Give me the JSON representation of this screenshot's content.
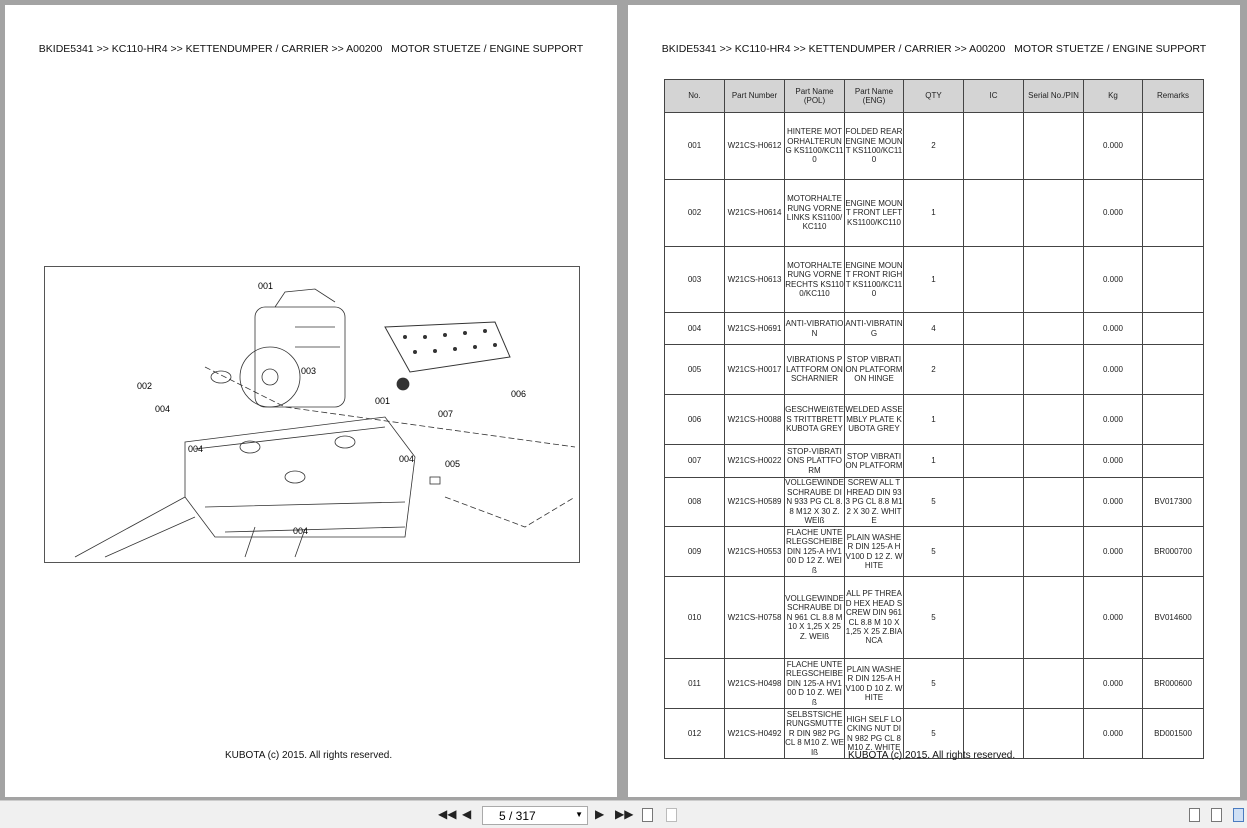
{
  "breadcrumb": "BKIDE5341 >> KC110-HR4 >> KETTENDUMPER / CARRIER >> A00200   MOTOR STUETZE / ENGINE SUPPORT",
  "footer": "KUBOTA (c) 2015. All rights reserved.",
  "diagram": {
    "callouts": [
      "001",
      "001",
      "002",
      "003",
      "004",
      "004",
      "004",
      "004",
      "005",
      "006",
      "007"
    ]
  },
  "table": {
    "headers": [
      "No.",
      "Part Number",
      "Part Name (POL)",
      "Part Name (ENG)",
      "QTY",
      "IC",
      "Serial No./PIN",
      "Kg",
      "Remarks"
    ],
    "rows": [
      [
        "001",
        "W21CS-H0612",
        "HINTERE MOTORHALTERUNG KS1100/KC110",
        "FOLDED REAR ENGINE MOUNT KS1100/KC110",
        "2",
        "",
        "",
        "0.000",
        ""
      ],
      [
        "002",
        "W21CS-H0614",
        "MOTORHALTERUNG VORNE LINKS KS1100/KC110",
        "ENGINE MOUNT FRONT LEFT KS1100/KC110",
        "1",
        "",
        "",
        "0.000",
        ""
      ],
      [
        "003",
        "W21CS-H0613",
        "MOTORHALTERUNG VORNE RECHTS KS1100/KC110",
        "ENGINE MOUNT FRONT RIGHT KS1100/KC110",
        "1",
        "",
        "",
        "0.000",
        ""
      ],
      [
        "004",
        "W21CS-H0691",
        "ANTI-VIBRATION",
        "ANTI-VIBRATING",
        "4",
        "",
        "",
        "0.000",
        ""
      ],
      [
        "005",
        "W21CS-H0017",
        "VIBRATIONS PLATTFORM ON SCHARNIER",
        "STOP VIBRATION PLATFORM ON HINGE",
        "2",
        "",
        "",
        "0.000",
        ""
      ],
      [
        "006",
        "W21CS-H0088",
        "GESCHWEIßTES TRITTBRETT KUBOTA GREY",
        "WELDED ASSEMBLY PLATE KUBOTA GREY",
        "1",
        "",
        "",
        "0.000",
        ""
      ],
      [
        "007",
        "W21CS-H0022",
        "STOP-VIBRATIONS PLATTFORM",
        "STOP VIBRATION PLATFORM",
        "1",
        "",
        "",
        "0.000",
        ""
      ],
      [
        "008",
        "W21CS-H0589",
        "VOLLGEWINDESCHRAUBE DIN 933 PG CL 8.8 M12 X 30 Z. WEIß",
        "SCREW ALL THREAD DIN 933 PG CL 8.8 M12 X 30 Z. WHITE",
        "5",
        "",
        "",
        "0.000",
        "BV017300"
      ],
      [
        "009",
        "W21CS-H0553",
        "FLACHE UNTERLEGSCHEIBE DIN 125-A HV100 D 12 Z. WEIß",
        "PLAIN WASHER DIN 125-A HV100 D 12 Z. WHITE",
        "5",
        "",
        "",
        "0.000",
        "BR000700"
      ],
      [
        "010",
        "W21CS-H0758",
        "VOLLGEWINDESCHRAUBE DIN 961 CL 8.8 M 10 X 1,25 X 25 Z. WEIß",
        "ALL PF THREAD HEX HEAD SCREW DIN 961 CL 8.8 M 10 X 1,25 X 25 Z.BIANCA",
        "5",
        "",
        "",
        "0.000",
        "BV014600"
      ],
      [
        "011",
        "W21CS-H0498",
        "FLACHE UNTERLEGSCHEIBE DIN 125-A HV100 D 10 Z. WEIß",
        "PLAIN WASHER DIN 125-A HV100 D 10 Z. WHITE",
        "5",
        "",
        "",
        "0.000",
        "BR000600"
      ],
      [
        "012",
        "W21CS-H0492",
        "SELBSTSICHERUNGSMUTTER DIN 982 PG CL 8 M10 Z. WEIß",
        "HIGH SELF LOCKING NUT DIN 982 PG CL 8 M10 Z. WHITE",
        "5",
        "",
        "",
        "0.000",
        "BD001500"
      ]
    ]
  },
  "toolbar": {
    "page_indicator": "5 / 317"
  }
}
